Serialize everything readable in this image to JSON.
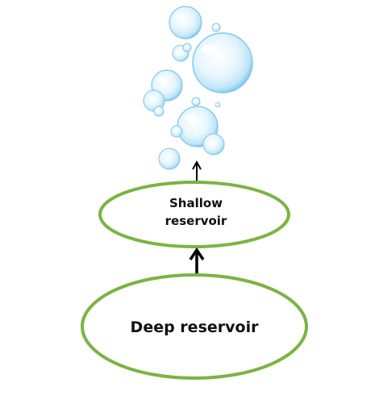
{
  "diagram": {
    "shallow_label_line1": "Shallow",
    "shallow_label_line2": "reservoir",
    "deep_label": "Deep reservoir"
  },
  "colors": {
    "ellipse_stroke": "#7cb342",
    "arrow": "#000000",
    "bubble_light": "#e6f6fd",
    "bubble_mid": "#bfe6f7",
    "bubble_edge": "#7fc8ec"
  },
  "icons": {
    "bubbles": "bubbles-icon",
    "arrow_upper": "arrow-up-icon",
    "arrow_lower": "arrow-up-icon"
  }
}
